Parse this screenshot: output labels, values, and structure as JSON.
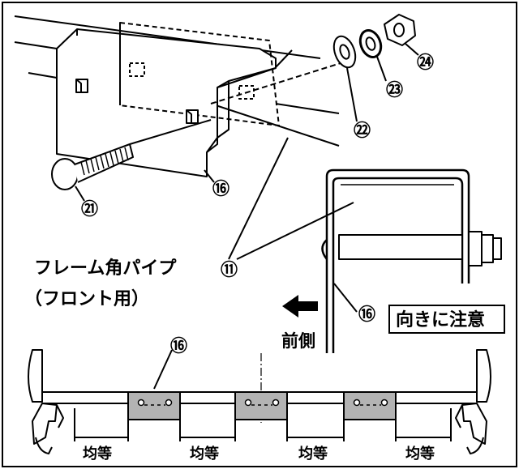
{
  "callouts": {
    "bolt": "㉑",
    "bracket_top": "⑯",
    "washer_flat": "㉒",
    "washer_spring": "㉓",
    "nut": "㉔",
    "frame_pipe": "⑪",
    "bracket_side": "⑯",
    "bracket_bottom": "⑯"
  },
  "labels": {
    "frame_name": "フレーム角パイプ",
    "frame_sub": "（フロント用）",
    "orientation_note": "向きに注意",
    "front_side": "前側",
    "equal_spacing": [
      "均等",
      "均等",
      "均等",
      "均等"
    ]
  },
  "colors": {
    "line": "#000000",
    "bracket_fill": "#b3b3b3",
    "background": "#ffffff"
  }
}
